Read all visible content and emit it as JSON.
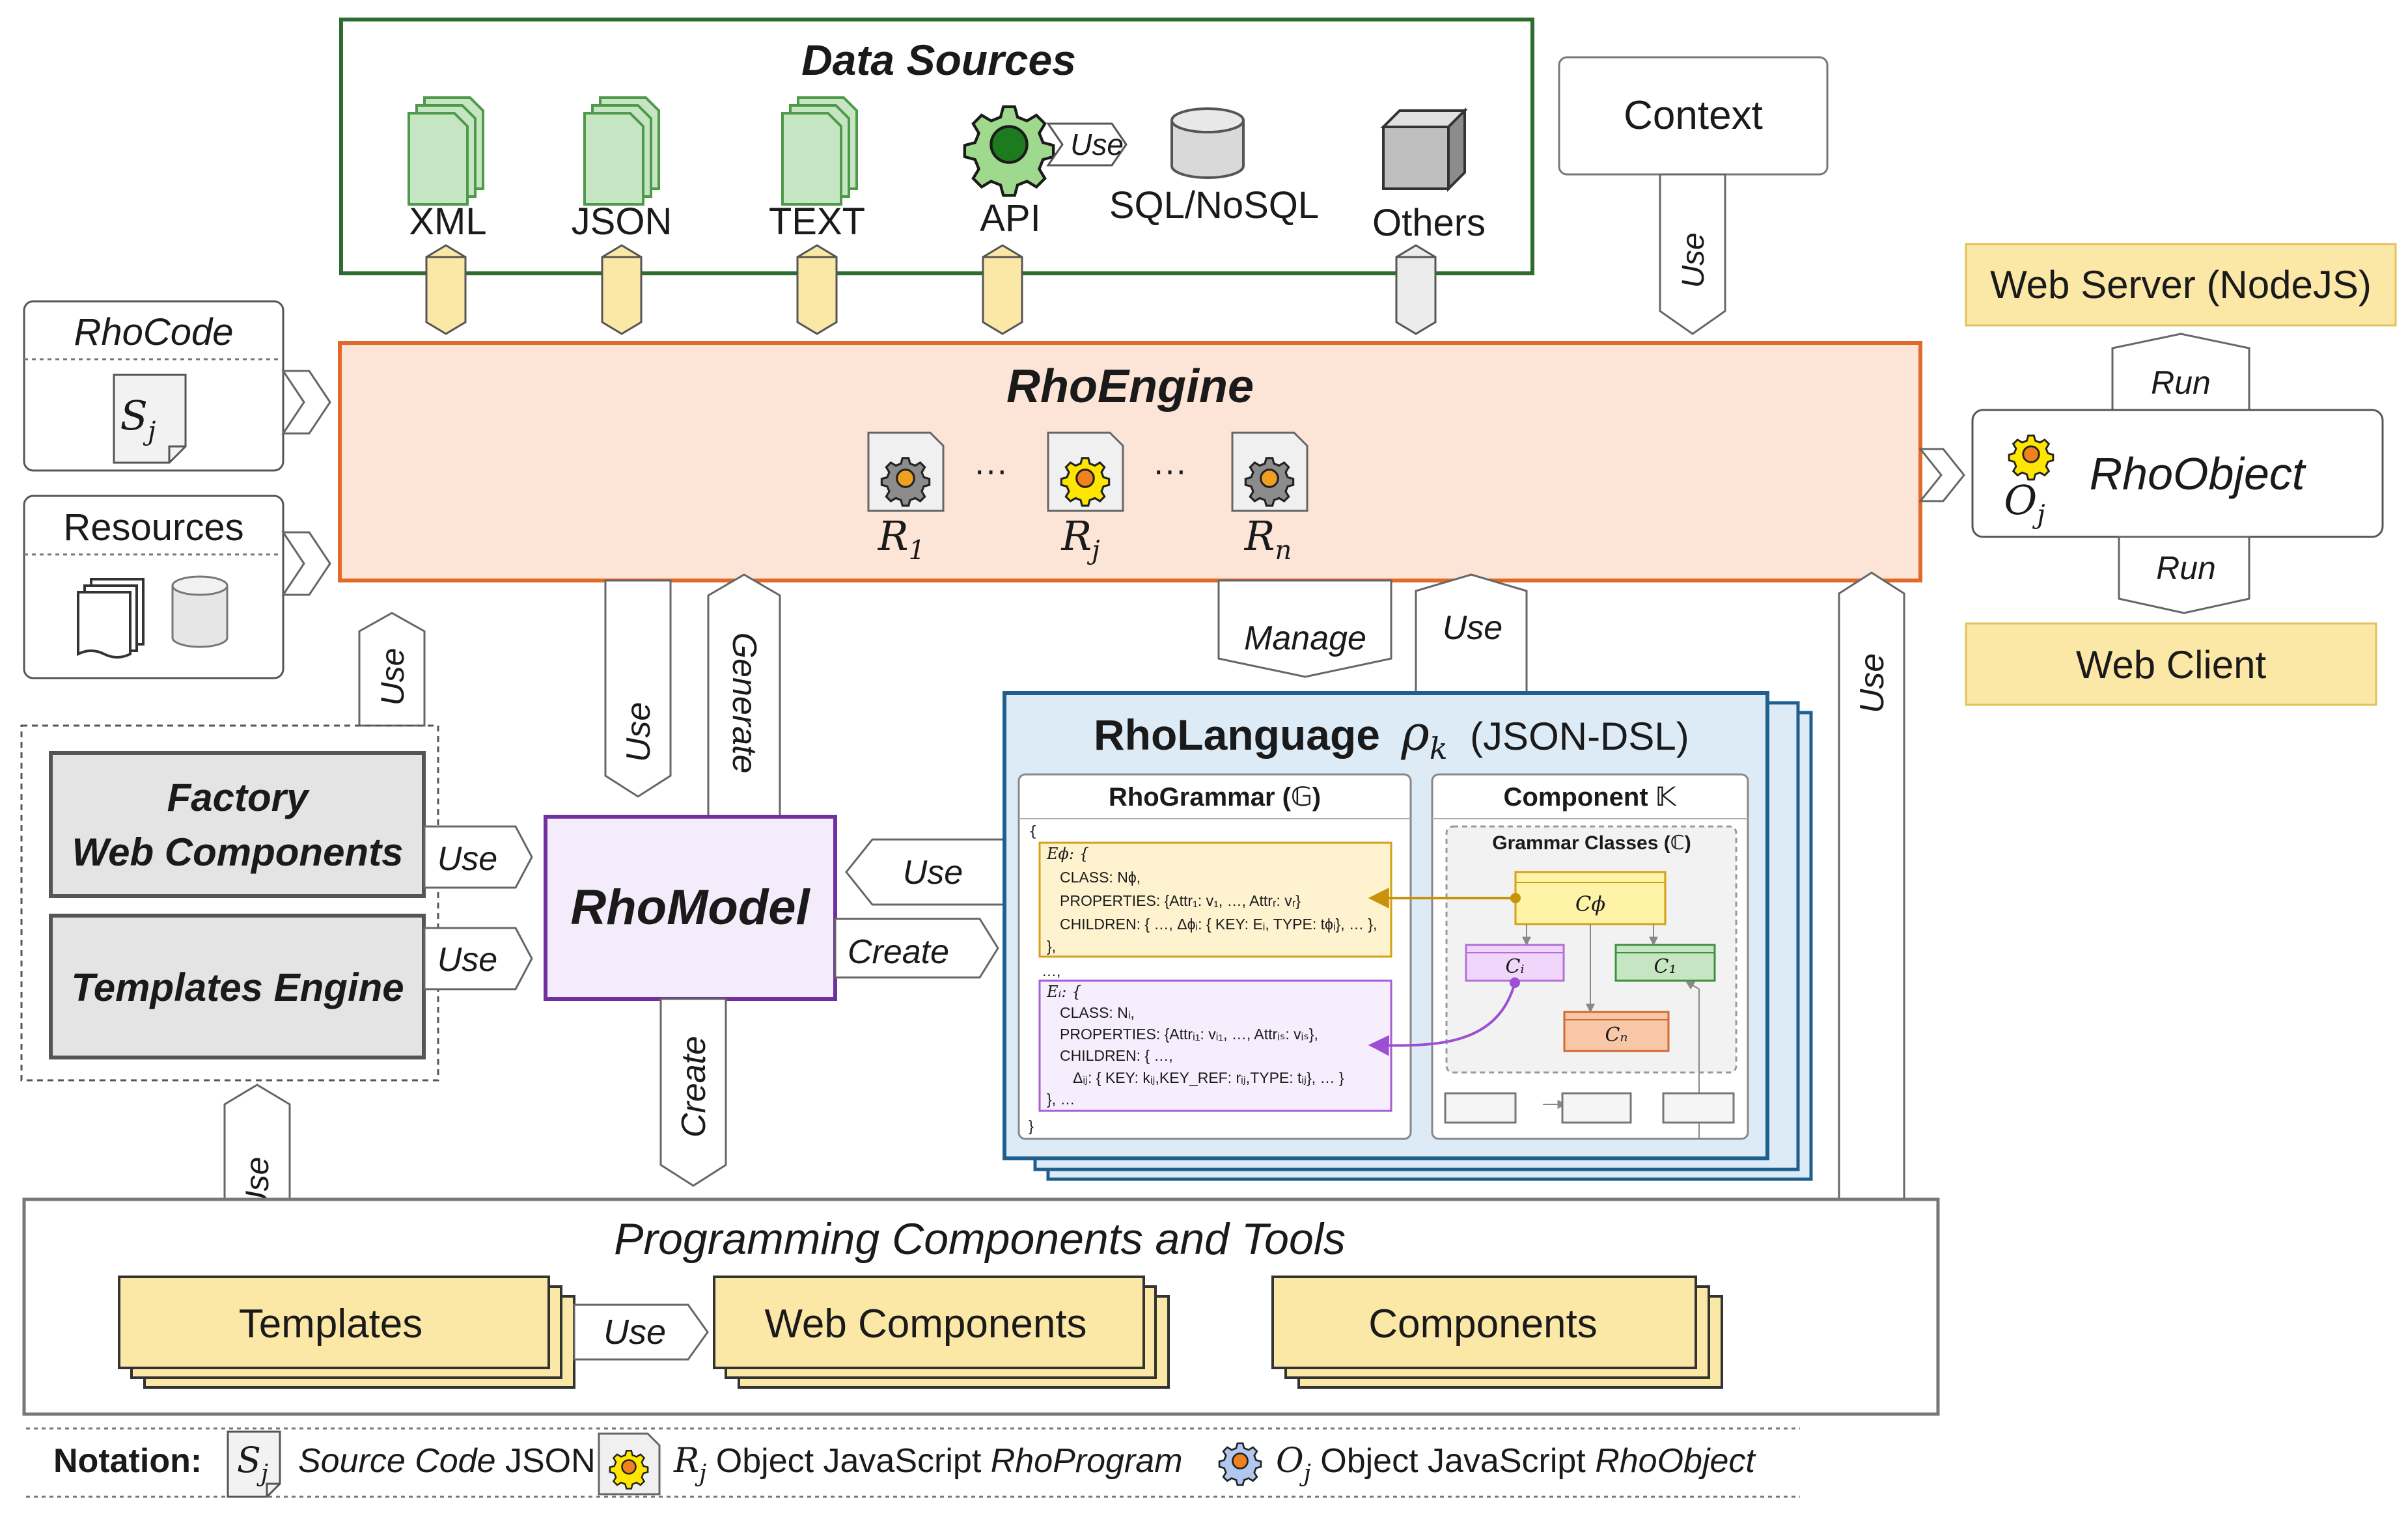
{
  "data_sources": {
    "title": "Data Sources",
    "xml": "XML",
    "json": "JSON",
    "text": "TEXT",
    "api": "API",
    "use": "Use",
    "sql": "SQL/NoSQL",
    "others": "Others"
  },
  "context": {
    "label": "Context",
    "use": "Use"
  },
  "rhocode": {
    "title": "RhoCode",
    "sj": "S",
    "sj_sub": "j"
  },
  "resources": {
    "title": "Resources"
  },
  "engine": {
    "title": "RhoEngine",
    "r1": "R",
    "r1_sub": "1",
    "rj": "R",
    "rj_sub": "j",
    "rn": "R",
    "rn_sub": "n",
    "dots": "···"
  },
  "object_side": {
    "web_server": "Web Server (NodeJS)",
    "run_top": "Run",
    "object_title": "RhoObject",
    "oj": "O",
    "oj_sub": "j",
    "run_bottom": "Run",
    "web_client": "Web Client"
  },
  "arrows": {
    "use_engine_left": "Use",
    "use_model": "Use",
    "generate": "Generate",
    "manage": "Manage",
    "use_language": "Use",
    "use_programming": "Use",
    "use_factory": "Use",
    "use_templates_engine": "Use",
    "use_templates": "Use",
    "use_from_language": "Use",
    "create_language": "Create",
    "create_programming": "Create",
    "use_templates_to_web": "Use"
  },
  "left_group": {
    "factory_l1": "Factory",
    "factory_l2": "Web Components",
    "templates_engine": "Templates Engine"
  },
  "model": {
    "title": "RhoModel"
  },
  "language": {
    "title": "RhoLanguage",
    "rho": "ρ",
    "rho_sub": "k",
    "dsl": "(JSON-DSL)",
    "grammar_title": "RhoGrammar (𝔾)",
    "component_title": "Component 𝕂",
    "grammar_classes": "Grammar Classes (ℂ)",
    "code": {
      "open": "{",
      "e_phi": "Eϕ: {",
      "class_phi": "CLASS: Nϕ,",
      "props_phi": "PROPERTIES: {Attr₁: v₁, …, Attrᵣ: vᵣ}",
      "children_phi": "CHILDREN: { …, Δϕᵢ: { KEY: Eᵢ, TYPE: tϕᵢ}, … },",
      "close1": "},",
      "ellipsis": "…,",
      "e_i": "Eᵢ: {",
      "class_i": "CLASS: Nᵢ,",
      "props_i": "PROPERTIES: {Attrᵢ₁: vᵢ₁, …, Attrᵢₛ: vᵢₛ},",
      "children_i": "CHILDREN: { …,",
      "delta_i": "Δᵢⱼ: { KEY: kᵢⱼ,KEY_REF: rᵢⱼ,TYPE: tᵢⱼ}, … }",
      "close2": "}, …",
      "close3": "}"
    },
    "c_phi": "Cϕ",
    "c_i": "Cᵢ",
    "c_1": "C₁",
    "c_n": "Cₙ"
  },
  "programming": {
    "title": "Programming Components and Tools",
    "templates": "Templates",
    "use": "Use",
    "web_components": "Web Components",
    "components": "Components"
  },
  "notation": {
    "label": "Notation:",
    "sj": "S",
    "sj_sub": "j",
    "source_it": "Source Code",
    "source_rest": " JSON",
    "rj": "R",
    "rj_sub": "j",
    "rj_text": " Object JavaScript ",
    "rj_it": "RhoProgram",
    "oj": "O",
    "oj_sub": "j",
    "oj_text": " Object JavaScript ",
    "oj_it": "RhoObject"
  },
  "colors": {
    "data_sources_border": "#2e6b2e",
    "engine_fill": "#fce4d6",
    "engine_border": "#e06a28",
    "yellow_fill": "#fce8a6",
    "yellow_border": "#d4b048",
    "model_fill": "#f4ecfb",
    "model_border": "#7030a0",
    "language_fill": "#ddebf7",
    "language_border": "#1f5f8f",
    "green_doc": "#c6e6c3",
    "gray_box": "#e4e4e4"
  }
}
